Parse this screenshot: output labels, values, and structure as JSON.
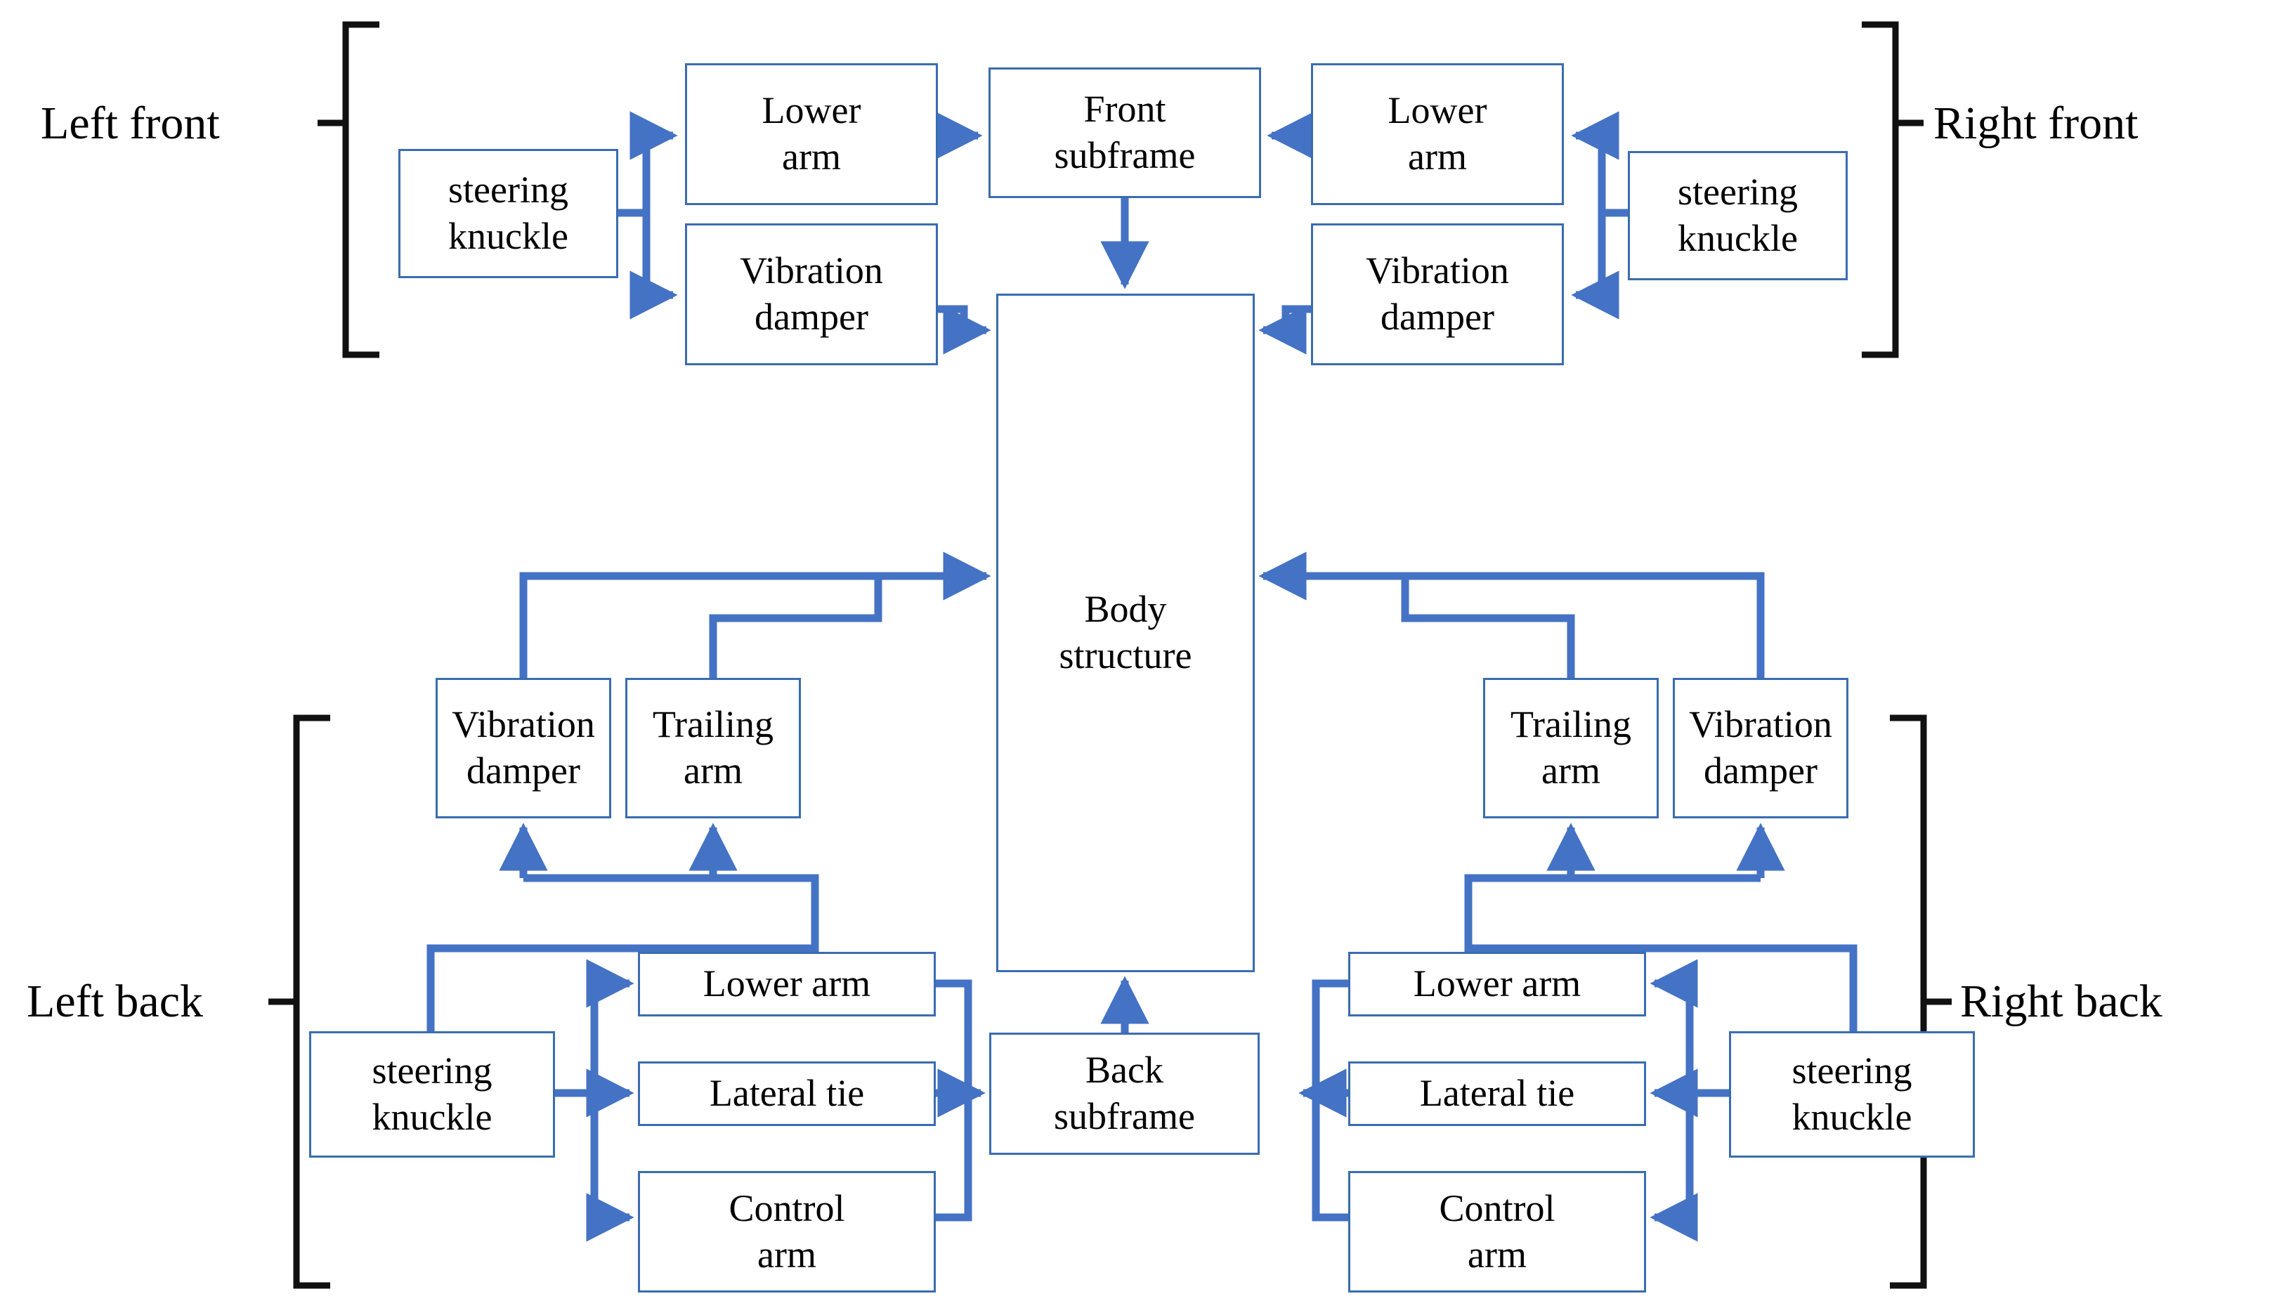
{
  "diagram": {
    "title": "Vehicle chassis load-path block diagram",
    "colors": {
      "box_border": "#3a6db0",
      "arrow": "#4472c4",
      "bracket": "#000000",
      "text": "#000000",
      "background": "#ffffff"
    },
    "group_labels": [
      {
        "id": "left-front",
        "text": "Left front"
      },
      {
        "id": "right-front",
        "text": "Right front"
      },
      {
        "id": "left-back",
        "text": "Left back"
      },
      {
        "id": "right-back",
        "text": "Right back"
      }
    ],
    "nodes": {
      "front_left_steering_knuckle": "steering\nknuckle",
      "front_left_lower_arm": "Lower\narm",
      "front_left_vibration_damper": "Vibration\ndamper",
      "front_subframe": "Front\nsubframe",
      "front_right_lower_arm": "Lower\narm",
      "front_right_vibration_damper": "Vibration\ndamper",
      "front_right_steering_knuckle": "steering\nknuckle",
      "body_structure": "Body\nstructure",
      "back_left_vibration_damper": "Vibration\ndamper",
      "back_left_trailing_arm": "Trailing\narm",
      "back_left_steering_knuckle": "steering\nknuckle",
      "back_left_lower_arm": "Lower arm",
      "back_left_lateral_tie": "Lateral tie",
      "back_left_control_arm": "Control\narm",
      "back_subframe": "Back\nsubframe",
      "back_right_vibration_damper": "Vibration\ndamper",
      "back_right_trailing_arm": "Trailing\narm",
      "back_right_steering_knuckle": "steering\nknuckle",
      "back_right_lower_arm": "Lower arm",
      "back_right_lateral_tie": "Lateral tie",
      "back_right_control_arm": "Control\narm"
    },
    "connections": [
      {
        "from": "front_left_steering_knuckle",
        "to": "front_left_lower_arm"
      },
      {
        "from": "front_left_steering_knuckle",
        "to": "front_left_vibration_damper"
      },
      {
        "from": "front_left_lower_arm",
        "to": "front_subframe"
      },
      {
        "from": "front_left_vibration_damper",
        "to": "body_structure"
      },
      {
        "from": "front_right_steering_knuckle",
        "to": "front_right_lower_arm"
      },
      {
        "from": "front_right_steering_knuckle",
        "to": "front_right_vibration_damper"
      },
      {
        "from": "front_right_lower_arm",
        "to": "front_subframe"
      },
      {
        "from": "front_right_vibration_damper",
        "to": "body_structure"
      },
      {
        "from": "front_subframe",
        "to": "body_structure"
      },
      {
        "from": "back_left_steering_knuckle",
        "to": "back_left_vibration_damper"
      },
      {
        "from": "back_left_steering_knuckle",
        "to": "back_left_trailing_arm"
      },
      {
        "from": "back_left_vibration_damper",
        "to": "body_structure"
      },
      {
        "from": "back_left_trailing_arm",
        "to": "body_structure"
      },
      {
        "from": "back_left_steering_knuckle",
        "to": "back_left_lower_arm"
      },
      {
        "from": "back_left_steering_knuckle",
        "to": "back_left_lateral_tie"
      },
      {
        "from": "back_left_steering_knuckle",
        "to": "back_left_control_arm"
      },
      {
        "from": "back_left_lower_arm",
        "to": "back_subframe"
      },
      {
        "from": "back_left_lateral_tie",
        "to": "back_subframe"
      },
      {
        "from": "back_left_control_arm",
        "to": "back_subframe"
      },
      {
        "from": "back_right_steering_knuckle",
        "to": "back_right_vibration_damper"
      },
      {
        "from": "back_right_steering_knuckle",
        "to": "back_right_trailing_arm"
      },
      {
        "from": "back_right_vibration_damper",
        "to": "body_structure"
      },
      {
        "from": "back_right_trailing_arm",
        "to": "body_structure"
      },
      {
        "from": "back_right_steering_knuckle",
        "to": "back_right_lower_arm"
      },
      {
        "from": "back_right_steering_knuckle",
        "to": "back_right_lateral_tie"
      },
      {
        "from": "back_right_steering_knuckle",
        "to": "back_right_control_arm"
      },
      {
        "from": "back_right_lower_arm",
        "to": "back_subframe"
      },
      {
        "from": "back_right_lateral_tie",
        "to": "back_subframe"
      },
      {
        "from": "back_right_control_arm",
        "to": "back_subframe"
      },
      {
        "from": "back_subframe",
        "to": "body_structure"
      }
    ]
  }
}
